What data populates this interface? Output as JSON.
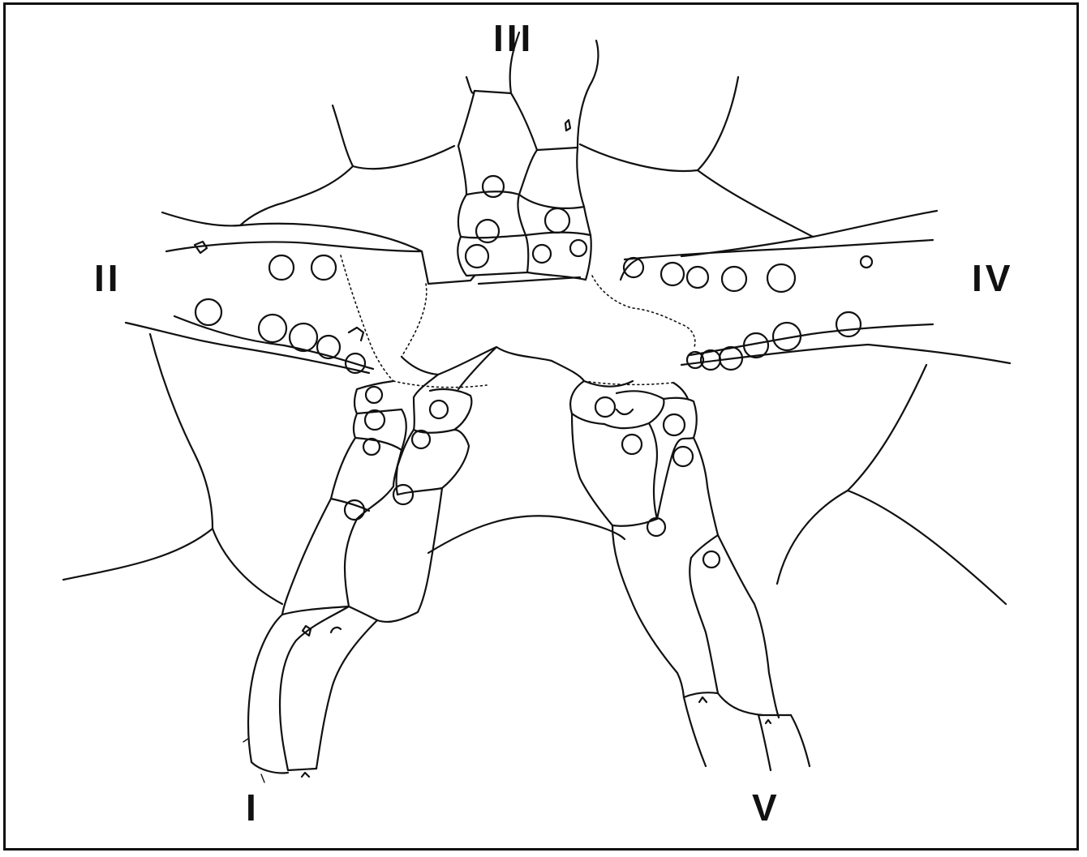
{
  "figure": {
    "labels": {
      "top": "III",
      "left": "II",
      "right": "IV",
      "bottom_left": "I",
      "bottom_right": "V"
    },
    "colors": {
      "ink": "#111111",
      "paper": "#ffffff"
    }
  }
}
